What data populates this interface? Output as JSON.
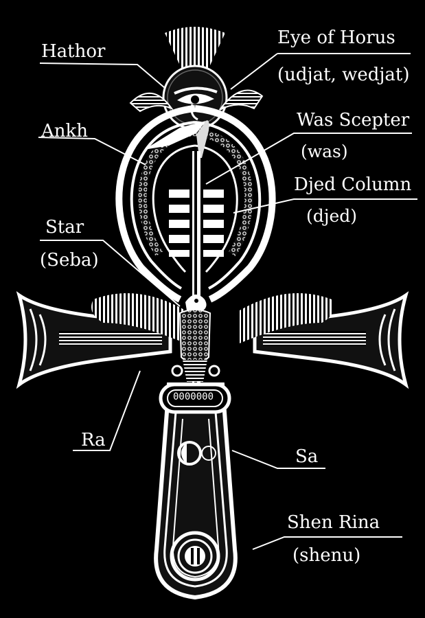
{
  "labels": {
    "hathor": "Hathor",
    "eye_of_horus": "Eye of Horus",
    "udjat": "(udjat, wedjat)",
    "ankh": "Ankh",
    "was_scepter": "Was Scepter",
    "was": "(was)",
    "djed_column": "Djed Column",
    "djed": "(djed)",
    "star": "Star",
    "seba": "(Seba)",
    "ra": "Ra",
    "sa": "Sa",
    "shen_rina": "Shen Rina",
    "shenu": "(shenu)",
    "cartouche": "0000000"
  },
  "colors": {
    "background": "#000000",
    "line": "#ffffff",
    "detail": "#dcdcdc"
  },
  "icons": [
    "eye-of-horus-icon",
    "falcon-icon",
    "cobra-icon",
    "papyrus-crown-icon",
    "shen-ring-icon"
  ]
}
